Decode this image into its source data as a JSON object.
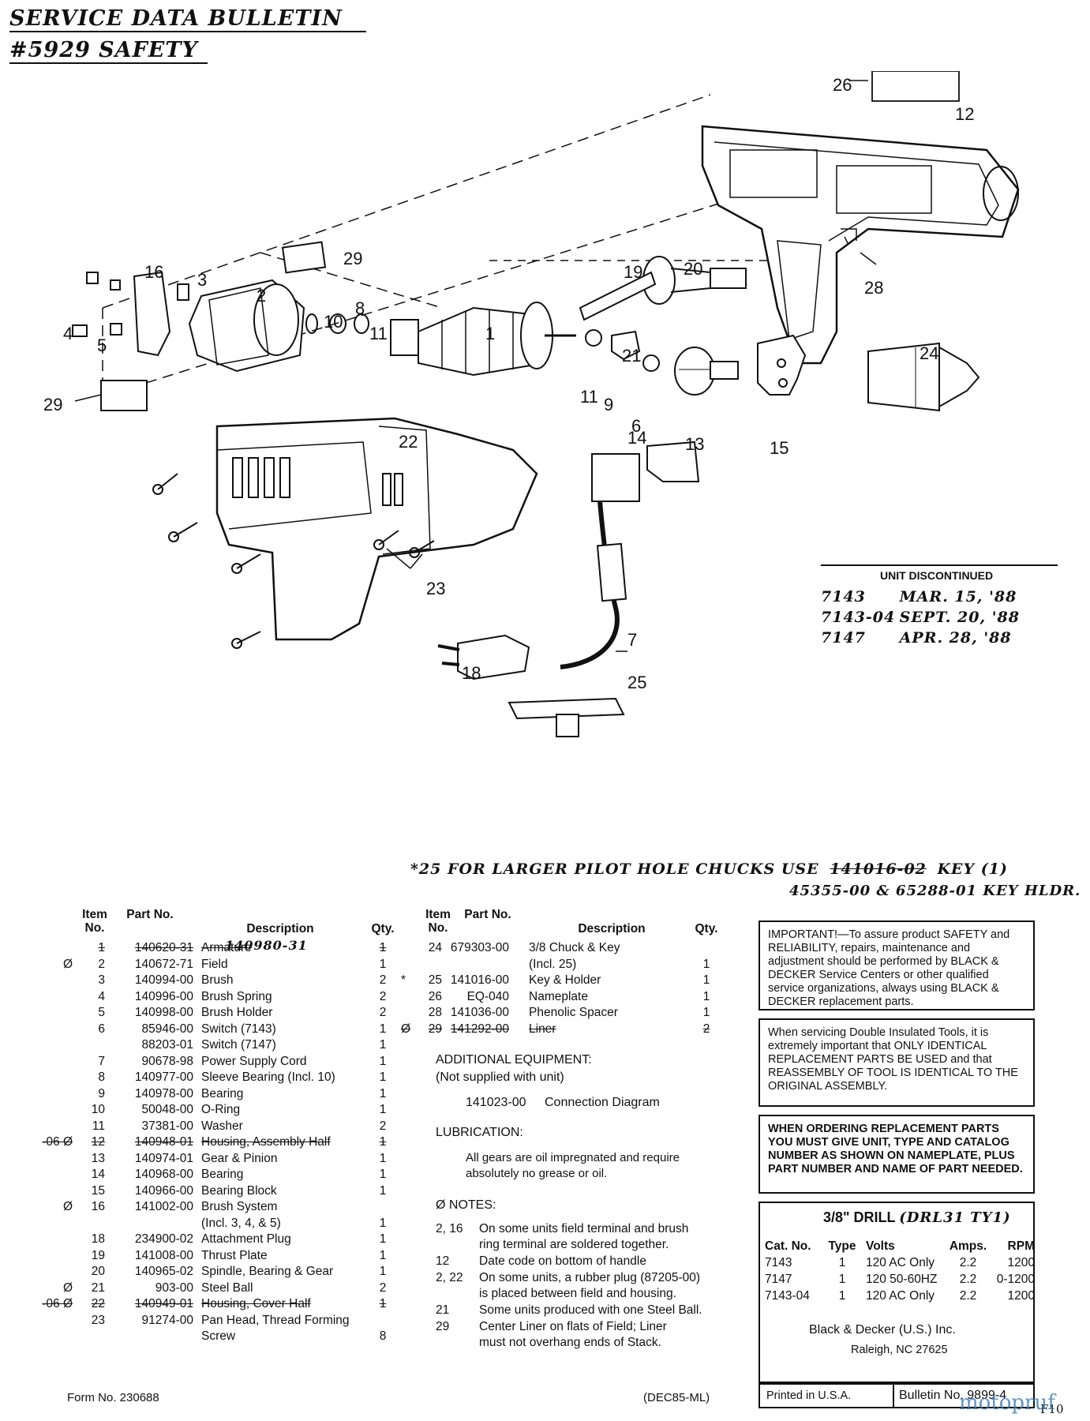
{
  "header": {
    "line1": "SERVICE DATA BULLETIN",
    "line2": "#5929 SAFETY"
  },
  "callouts": [
    "1",
    "2",
    "3",
    "4",
    "5",
    "6",
    "7",
    "8",
    "9",
    "10",
    "11",
    "11",
    "12",
    "13",
    "14",
    "15",
    "16",
    "18",
    "19",
    "20",
    "21",
    "22",
    "23",
    "24",
    "25",
    "26",
    "28",
    "29",
    "29"
  ],
  "discontinued": {
    "title": "UNIT DISCONTINUED",
    "rows": [
      {
        "model": "7143",
        "date": "MAR. 15, '88"
      },
      {
        "model": "7143-04",
        "date": "SEPT. 20, '88"
      },
      {
        "model": "7147",
        "date": "APR. 28, '88"
      }
    ]
  },
  "key_note": {
    "line1": "*25  FOR LARGER PILOT HOLE CHUCKS USE",
    "struck": "141016-02",
    "line1b": "KEY (1)",
    "line2": "45355-00 & 65288-01 KEY HLDR."
  },
  "table_headers": {
    "item": "Item No.",
    "part": "Part No.",
    "desc": "Description",
    "qty": "Qty."
  },
  "parts_left": [
    {
      "mark": "",
      "item": "1",
      "part": "140620-31",
      "desc": "Armature",
      "qty": "1",
      "struck": true,
      "hand": "140980-31"
    },
    {
      "mark": "Ø",
      "item": "2",
      "part": "140672-71",
      "desc": "Field",
      "qty": "1"
    },
    {
      "mark": "",
      "item": "3",
      "part": "140994-00",
      "desc": "Brush",
      "qty": "2"
    },
    {
      "mark": "",
      "item": "4",
      "part": "140996-00",
      "desc": "Brush Spring",
      "qty": "2"
    },
    {
      "mark": "",
      "item": "5",
      "part": "140998-00",
      "desc": "Brush Holder",
      "qty": "2"
    },
    {
      "mark": "",
      "item": "6",
      "part": "85946-00",
      "desc": "Switch (7143)",
      "qty": "1"
    },
    {
      "mark": "",
      "item": "",
      "part": "88203-01",
      "desc": "Switch (7147)",
      "qty": "1"
    },
    {
      "mark": "",
      "item": "7",
      "part": "90678-98",
      "desc": "Power Supply Cord",
      "qty": "1"
    },
    {
      "mark": "",
      "item": "8",
      "part": "140977-00",
      "desc": "Sleeve Bearing (Incl. 10)",
      "qty": "1"
    },
    {
      "mark": "",
      "item": "9",
      "part": "140978-00",
      "desc": "Bearing",
      "qty": "1"
    },
    {
      "mark": "",
      "item": "10",
      "part": "50048-00",
      "desc": "O-Ring",
      "qty": "1"
    },
    {
      "mark": "",
      "item": "11",
      "part": "37381-00",
      "desc": "Washer",
      "qty": "2"
    },
    {
      "mark": "-06 Ø",
      "item": "12",
      "part": "140948-01",
      "desc": "Housing, Assembly Half",
      "qty": "1",
      "struck": true
    },
    {
      "mark": "",
      "item": "13",
      "part": "140974-01",
      "desc": "Gear & Pinion",
      "qty": "1"
    },
    {
      "mark": "",
      "item": "14",
      "part": "140968-00",
      "desc": "Bearing",
      "qty": "1"
    },
    {
      "mark": "",
      "item": "15",
      "part": "140966-00",
      "desc": "Bearing Block",
      "qty": "1"
    },
    {
      "mark": "Ø",
      "item": "16",
      "part": "141002-00",
      "desc": "Brush System",
      "qty": ""
    },
    {
      "mark": "",
      "item": "",
      "part": "",
      "desc": "(Incl. 3, 4, & 5)",
      "qty": "1"
    },
    {
      "mark": "",
      "item": "18",
      "part": "234900-02",
      "desc": "Attachment Plug",
      "qty": "1"
    },
    {
      "mark": "",
      "item": "19",
      "part": "141008-00",
      "desc": "Thrust Plate",
      "qty": "1"
    },
    {
      "mark": "",
      "item": "20",
      "part": "140965-02",
      "desc": "Spindle, Bearing & Gear",
      "qty": "1"
    },
    {
      "mark": "Ø",
      "item": "21",
      "part": "903-00",
      "desc": "Steel Ball",
      "qty": "2"
    },
    {
      "mark": "-06 Ø",
      "item": "22",
      "part": "140949-01",
      "desc": "Housing, Cover Half",
      "qty": "1",
      "struck": true
    },
    {
      "mark": "",
      "item": "23",
      "part": "91274-00",
      "desc": "Pan Head, Thread Forming",
      "qty": ""
    },
    {
      "mark": "",
      "item": "",
      "part": "",
      "desc": "Screw",
      "qty": "8"
    }
  ],
  "parts_right": [
    {
      "mark": "",
      "item": "24",
      "part": "679303-00",
      "desc": "3/8 Chuck & Key",
      "qty": ""
    },
    {
      "mark": "",
      "item": "",
      "part": "",
      "desc": "(Incl. 25)",
      "qty": "1"
    },
    {
      "mark": "*",
      "item": "25",
      "part": "141016-00",
      "desc": "Key & Holder",
      "qty": "1"
    },
    {
      "mark": "",
      "item": "26",
      "part": "EQ-040",
      "desc": "Nameplate",
      "qty": "1"
    },
    {
      "mark": "",
      "item": "28",
      "part": "141036-00",
      "desc": "Phenolic Spacer",
      "qty": "1"
    },
    {
      "mark": "Ø",
      "item": "29",
      "part": "141292-00",
      "desc": "Liner",
      "qty": "2",
      "struck": true
    }
  ],
  "additional": {
    "title": "ADDITIONAL EQUIPMENT:",
    "subtitle": "(Not supplied with unit)",
    "part": "141023-00",
    "desc": "Connection Diagram"
  },
  "lubrication": {
    "title": "LUBRICATION:",
    "line1": "All gears are oil impregnated and require",
    "line2": "absolutely no grease or oil."
  },
  "notes": {
    "title": "Ø NOTES:",
    "items": [
      {
        "ref": "2, 16",
        "l1": "On some units field terminal and brush",
        "l2": "ring terminal are soldered together."
      },
      {
        "ref": "12",
        "l1": "Date code on bottom of handle",
        "l2": ""
      },
      {
        "ref": "2, 22",
        "l1": "On some units, a rubber plug (87205-00)",
        "l2": "is placed between field and housing."
      },
      {
        "ref": "21",
        "l1": "Some units produced with one Steel Ball.",
        "l2": ""
      },
      {
        "ref": "29",
        "l1": "Center Liner on flats of Field; Liner",
        "l2": "must not overhang ends of Stack."
      }
    ]
  },
  "boxes": {
    "important": "IMPORTANT!—To assure product SAFETY and RELIABILITY, repairs, maintenance and adjustment should be performed by BLACK & DECKER Service Centers or other qualified service organizations, always using BLACK & DECKER replacement parts.",
    "double_insulated": "When servicing Double Insulated Tools, it is extremely important that ONLY IDENTICAL REPLACEMENT PARTS BE USED and that REASSEMBLY OF TOOL IS IDENTICAL TO THE ORIGINAL ASSEMBLY.",
    "ordering": "WHEN ORDERING REPLACEMENT PARTS YOU MUST GIVE UNIT, TYPE AND CATALOG NUMBER AS SHOWN ON NAMEPLATE, PLUS PART NUMBER AND NAME OF PART NEEDED."
  },
  "spec": {
    "title": "3/8\" DRILL",
    "hand": "(DRL31 TY1)",
    "headers": [
      "Cat. No.",
      "Type",
      "Volts",
      "Amps.",
      "RPM"
    ],
    "rows": [
      [
        "7143",
        "1",
        "120 AC Only",
        "2.2",
        "1200"
      ],
      [
        "7147",
        "1",
        "120 50-60HZ",
        "2.2",
        "0-1200"
      ],
      [
        "7143-04",
        "1",
        "120 AC Only",
        "2.2",
        "1200"
      ]
    ],
    "company": "Black & Decker (U.S.) Inc.",
    "city": "Raleigh, NC 27625"
  },
  "footer": {
    "form": "Form No. 230688",
    "code": "(DEC85-ML)",
    "printed": "Printed in U.S.A.",
    "bulletin": "Bulletin No. 9899-4",
    "page": "F10",
    "watermark": "motopruf"
  },
  "colors": {
    "ink": "#111111",
    "paper": "#ffffff",
    "watermark": "#3a7ab8"
  }
}
